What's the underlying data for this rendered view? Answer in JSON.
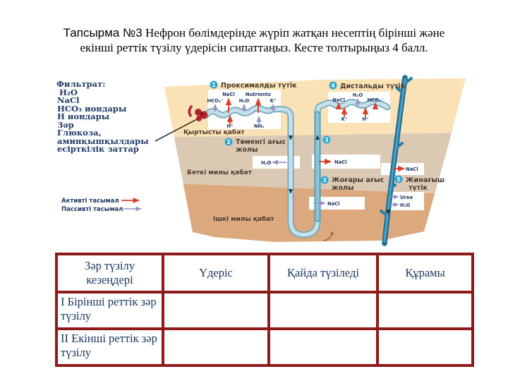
{
  "colors": {
    "title_text": "#000000",
    "table_border": "#8e1a1a",
    "table_text": "#17375e",
    "filtrate_text": "#1f3864",
    "diagram_label": "#4a3a2e",
    "active_arrow": "#d8402c",
    "passive_arrow": "#9b93c9",
    "number_circle": "#2ba7cf",
    "cortex": "#fae2b6",
    "outer_medulla": "#dcc9b4",
    "inner_medulla": "#dca87d",
    "tube_edge": "#6fa7be",
    "tube_fill": "#c6e0ea",
    "collecting_duct": "#1d6d92",
    "glomerulus": "#b2242b"
  },
  "title": {
    "prefix": "Тапсырма №3",
    "line1_rest": " Нефрон бөлімдерінде жүріп жатқан несептің бірінші  және",
    "line2": "екінші реттік түзілу үдерісін сипаттаңыз. Кесте толтырыңыз  4 балл."
  },
  "diagram": {
    "filtrate_title": "Фильтрат:",
    "filtrate_items": [
      "H₂O",
      "NaCl",
      "HCO₃ иондары",
      "Н иондары",
      "Зәр",
      "Глюкоза,",
      "аминқышқылдары",
      "есірткілік заттар"
    ],
    "legend": {
      "active": "Активті тасымал",
      "passive": "Пассивті тасымал"
    },
    "layers": {
      "cortex": "Қыртысты қабат",
      "outer": "Беткі милы қабат",
      "inner": "Ішкі милы қабат"
    },
    "parts": {
      "p1": {
        "num": "1",
        "label": "Проксималды түтік"
      },
      "p2": {
        "num": "2",
        "line1": "Төменгі ағыс",
        "line2": "жолы"
      },
      "p3": {
        "num": "3",
        "line1": "Жоғары ағыс",
        "line2": "жолы"
      },
      "p4": {
        "num": "4",
        "label": "Дистальды түтік"
      },
      "p5": {
        "num": "5",
        "line1": "Жинағыш",
        "line2": "түтік"
      }
    },
    "proximal": {
      "top1": "NaCl",
      "top2": "Nutrients",
      "l1": "HCO₃⁻",
      "l2": "H₂O",
      "l3": "K⁺",
      "b1": "H⁺",
      "b2": "NH₃"
    },
    "distal": {
      "top": "H₂O",
      "l1": "NaCl",
      "l2": "HCO₃⁻",
      "b1": "K⁺",
      "b2": "H⁺"
    },
    "boxes": {
      "descending": "H₂O",
      "ascending_upper": "NaCl",
      "ascending_lower": "NaCl",
      "duct_nacl": "NaCl",
      "duct_urea": "Urea",
      "duct_h2o": "H₂O"
    }
  },
  "table": {
    "headers": [
      "Зәр  түзілу кезеңдері",
      "Үдеріс",
      "Қайда  түзіледі",
      "Құрамы"
    ],
    "rows": [
      [
        "I Бірінші  реттік зәр  түзілу",
        "",
        "",
        ""
      ],
      [
        "II Екінші  реттік зәр  түзілу",
        "",
        "",
        ""
      ]
    ]
  }
}
